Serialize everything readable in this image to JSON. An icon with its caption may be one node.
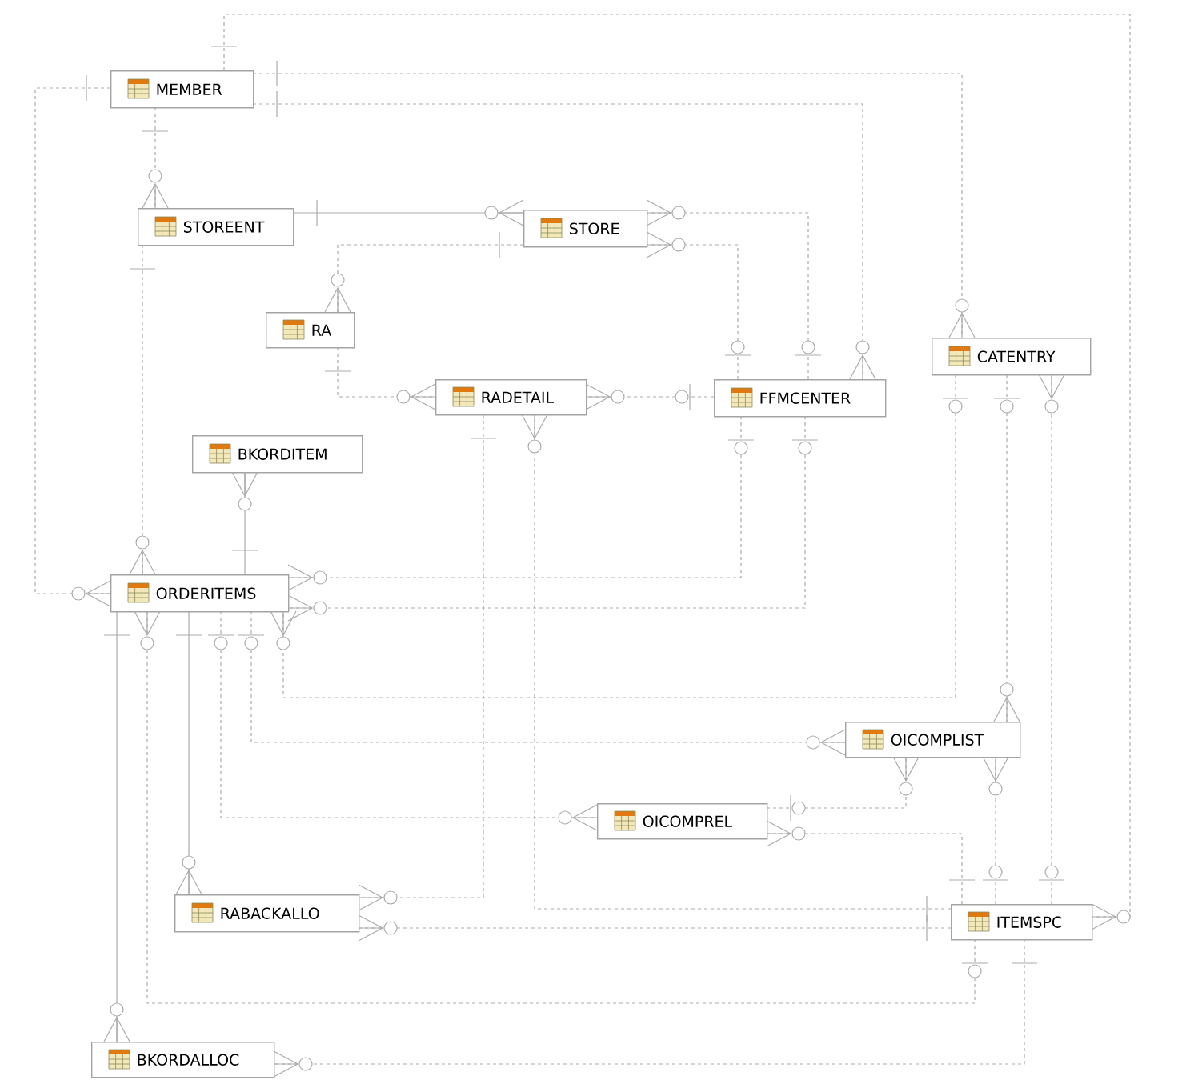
{
  "diagram": {
    "nodes": [
      {
        "text": [
          "MEMBER"
        ]
      },
      {
        "text": [
          "STOREENT"
        ]
      },
      {
        "text": [
          "STORE"
        ]
      },
      {
        "text": [
          "RA"
        ]
      },
      {
        "text": [
          "RADETAIL"
        ]
      },
      {
        "text": [
          "FFMCENTER"
        ]
      },
      {
        "text": [
          "CATENTRY"
        ]
      },
      {
        "text": [
          "BKORDITEM"
        ]
      },
      {
        "text": [
          "ORDERITEMS"
        ]
      },
      {
        "text": [
          "OICOMPLIST"
        ]
      },
      {
        "text": [
          "OICOMPREL"
        ]
      },
      {
        "text": [
          "RABACKALLO"
        ]
      },
      {
        "text": [
          "ITEMSPC"
        ]
      },
      {
        "text": [
          "BKORDALLOC"
        ]
      }
    ],
    "edges": [
      {
        "from": 0,
        "to": 12,
        "arrow": "other",
        "style": "dashed"
      },
      {
        "from": 0,
        "to": 6,
        "arrow": "other",
        "style": "dashed"
      },
      {
        "from": 0,
        "to": 5,
        "arrow": "other",
        "style": "dashed"
      },
      {
        "from": 0,
        "to": 8,
        "arrow": "other",
        "style": "dashed"
      },
      {
        "from": 0,
        "to": 1,
        "arrow": "other",
        "style": "dashed"
      },
      {
        "from": 1,
        "to": 2,
        "arrow": "other"
      },
      {
        "from": 2,
        "to": 3,
        "arrow": "other",
        "style": "dashed"
      },
      {
        "from": 5,
        "to": 2,
        "arrow": "other",
        "style": "dashed"
      },
      {
        "from": 5,
        "to": 2,
        "arrow": "other",
        "style": "dashed"
      },
      {
        "from": 3,
        "to": 4,
        "arrow": "other",
        "style": "dashed"
      },
      {
        "from": 5,
        "to": 4,
        "arrow": "other",
        "style": "dashed"
      },
      {
        "from": 1,
        "to": 8,
        "arrow": "other",
        "style": "dashed"
      },
      {
        "from": 8,
        "to": 7,
        "arrow": "other"
      },
      {
        "from": 5,
        "to": 8,
        "arrow": "other",
        "style": "dashed"
      },
      {
        "from": 5,
        "to": 8,
        "arrow": "other",
        "style": "dashed"
      },
      {
        "from": 4,
        "to": 11,
        "arrow": "other",
        "style": "dashed"
      },
      {
        "from": 12,
        "to": 4,
        "arrow": "other",
        "style": "dashed"
      },
      {
        "from": 6,
        "to": 8,
        "arrow": "other",
        "style": "dashed"
      },
      {
        "from": 6,
        "to": 9,
        "arrow": "other",
        "style": "dashed"
      },
      {
        "from": 12,
        "to": 6,
        "arrow": "other",
        "style": "dashed"
      },
      {
        "from": 8,
        "to": 9,
        "arrow": "other",
        "style": "dashed"
      },
      {
        "from": 8,
        "to": 10,
        "arrow": "other",
        "style": "dashed"
      },
      {
        "from": 10,
        "to": 9,
        "arrow": "other",
        "style": "dashed"
      },
      {
        "from": 12,
        "to": 9,
        "arrow": "other",
        "style": "dashed"
      },
      {
        "from": 12,
        "to": 10,
        "arrow": "other",
        "style": "dashed"
      },
      {
        "from": 8,
        "to": 11,
        "arrow": "other"
      },
      {
        "from": 12,
        "to": 11,
        "arrow": "other",
        "style": "dashed"
      },
      {
        "from": 12,
        "to": 8,
        "arrow": "other",
        "style": "dashed"
      },
      {
        "from": 8,
        "to": 13,
        "arrow": "other"
      },
      {
        "from": 12,
        "to": 13,
        "arrow": "other",
        "style": "dashed"
      }
    ]
  }
}
